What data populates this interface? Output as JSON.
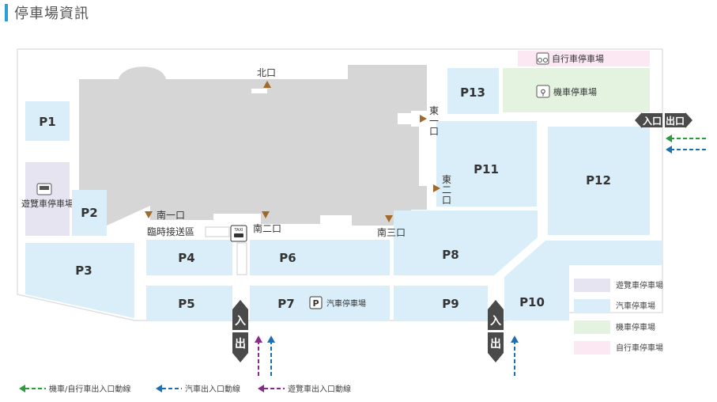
{
  "title": "停車場資訊",
  "lots": {
    "p1": "P1",
    "p2": "P2",
    "p3": "P3",
    "p4": "P4",
    "p5": "P5",
    "p6": "P6",
    "p7": "P7",
    "p8": "P8",
    "p9": "P9",
    "p10": "P10",
    "p11": "P11",
    "p12": "P12",
    "p13": "P13"
  },
  "entrances": {
    "north": "北口",
    "south1": "南一口",
    "south2": "南二口",
    "south3": "南三口",
    "east1_a": "東",
    "east1_b": "一",
    "east1_c": "口",
    "east2_a": "東",
    "east2_b": "二",
    "east2_c": "口"
  },
  "labels": {
    "tour_bus_lot": "遊覽車停車場",
    "pickup_zone": "臨時接送區",
    "car_parking": "汽車停車場",
    "motorcycle_parking": "機車停車場",
    "bicycle_parking": "自行車停車場",
    "entry": "入口",
    "exit": "出口",
    "entry_char": "入",
    "exit_char": "出",
    "taxi": "TAXI",
    "p_sign": "P"
  },
  "legend": {
    "tour_bus": "遊覽車停車場",
    "car": "汽車停車場",
    "motorcycle": "機車停車場",
    "bicycle": "自行車停車場"
  },
  "routes": {
    "moto_bike": "機車/自行車出入口動線",
    "car": "汽車出入口動線",
    "tour_bus": "遊覽車出入口動線"
  },
  "colors": {
    "car_lot": "#d9eef9",
    "tour_bus_lot": "#e7e4f1",
    "motorcycle_lot": "#e4f2e0",
    "bicycle_lot": "#fce8f3",
    "building": "#d6d6d6",
    "green_route": "#2e9a3e",
    "blue_route": "#1f6fb0",
    "purple_route": "#8a2a8a",
    "entrance_marker": "#a06a2a",
    "arrow_dark": "#4a4a4a"
  }
}
